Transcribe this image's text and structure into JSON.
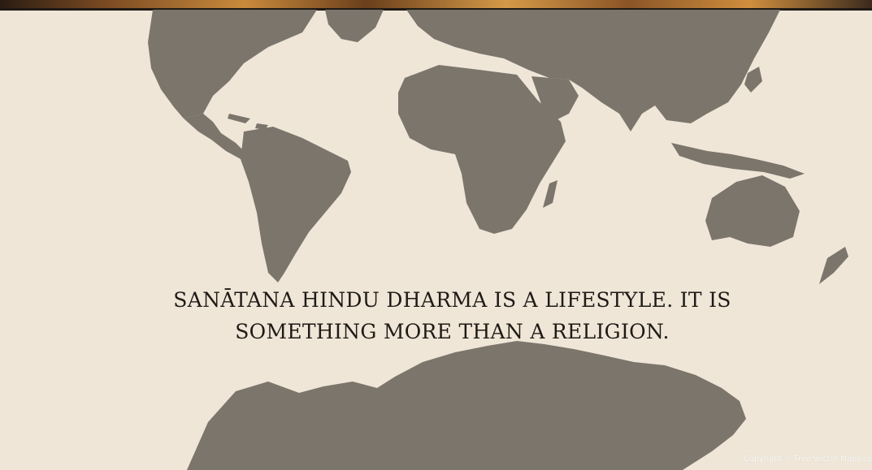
{
  "caption": {
    "line1": "SANĀTANA HINDU DHARMA IS A LIFESTYLE. IT IS",
    "line2": "SOMETHING MORE THAN A RELIGION."
  },
  "map": {
    "copyright": "Copyright © Free Vector Maps.co",
    "land_color": "#7b756c",
    "ocean_color": "#efe6d7"
  }
}
